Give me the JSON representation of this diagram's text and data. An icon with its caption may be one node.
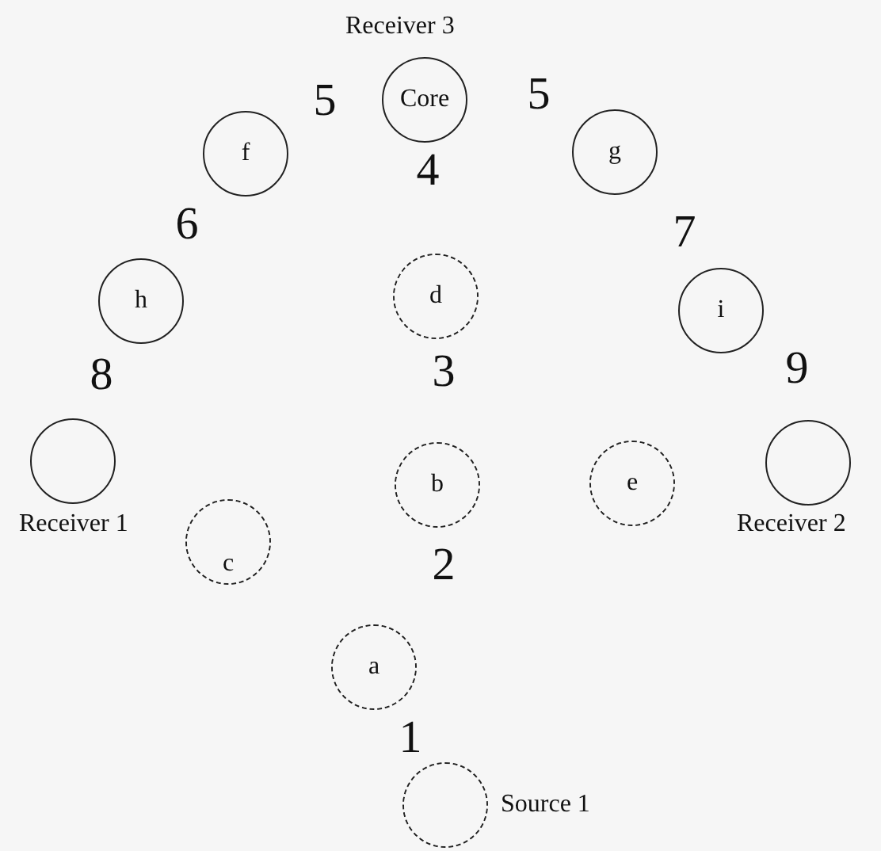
{
  "diagram": {
    "nodes": [
      {
        "text": [
          "Core"
        ],
        "beside": [
          "Receiver 3"
        ]
      },
      {
        "text": [
          "f"
        ]
      },
      {
        "text": [
          "g"
        ]
      },
      {
        "text": [
          "h"
        ]
      },
      {
        "text": [
          "d"
        ]
      },
      {
        "text": [
          "i"
        ]
      },
      {
        "text": [],
        "shape": "circle",
        "beside": [
          "Receiver 1"
        ]
      },
      {
        "text": [
          "b"
        ]
      },
      {
        "text": [
          "e"
        ]
      },
      {
        "text": [],
        "shape": "circle",
        "beside": [
          "Receiver 2"
        ]
      },
      {
        "text": [
          "c"
        ]
      },
      {
        "text": [
          "a"
        ]
      },
      {
        "text": [],
        "shape": "circle",
        "beside": [
          "Source 1"
        ]
      }
    ],
    "labels": [
      "5",
      "5",
      "4",
      "6",
      "7",
      "8",
      "3",
      "9",
      "2",
      "1"
    ]
  }
}
